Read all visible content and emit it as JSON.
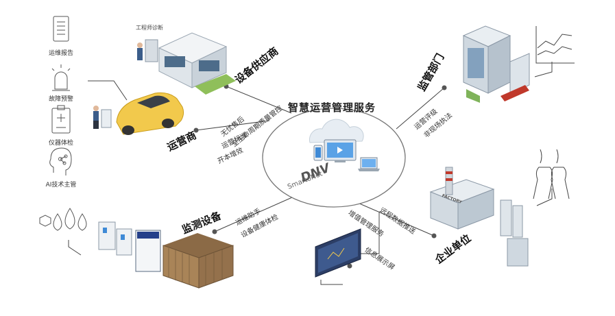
{
  "left_panel": {
    "items": [
      {
        "label": "运维报告",
        "icon": "report-icon"
      },
      {
        "label": "故障预警",
        "icon": "alarm-light-icon"
      },
      {
        "label": "仪器体检",
        "icon": "clipboard-checkup-icon"
      },
      {
        "label": "AI技术主管",
        "icon": "ai-head-icon"
      }
    ]
  },
  "center": {
    "title": "智慧运营管理服务",
    "logo_text": "DNV",
    "logo_subtext": "SmartoNet"
  },
  "stakeholders": {
    "supplier": {
      "title": "设备供应商",
      "caption": "工程师诊断",
      "services": [
        "无忧售后",
        "全生命周期质量管控"
      ]
    },
    "operator": {
      "title": "运营商",
      "services": [
        "运营标准",
        "开本增效"
      ]
    },
    "regulator": {
      "title": "监管部门",
      "services": [
        "运营评级",
        "非现场执法"
      ]
    },
    "monitoring": {
      "title": "监测设备",
      "services": [
        "运维助手",
        "设备健康体检"
      ]
    },
    "enterprise": {
      "title": "企业单位",
      "services": [
        "远程数据推送",
        "增值管理服务",
        "信息展示屏"
      ],
      "factory_sign": "FACTORY"
    }
  }
}
